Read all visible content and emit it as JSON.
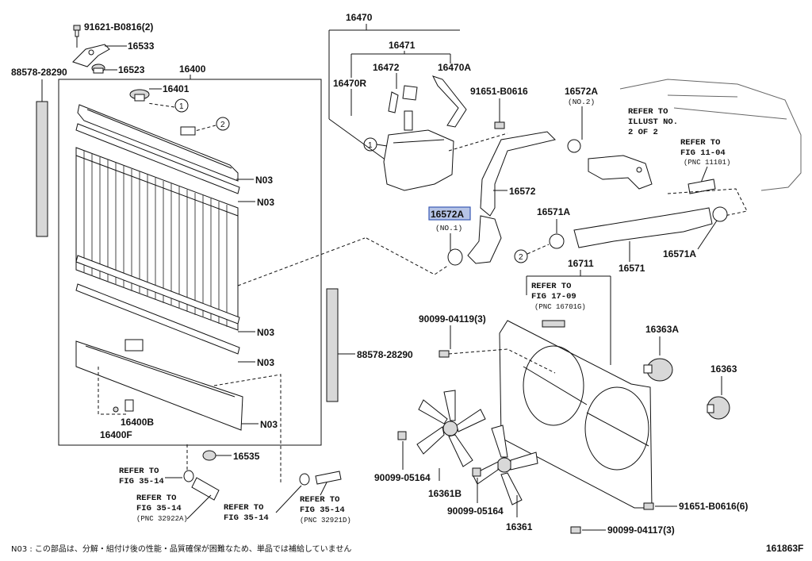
{
  "labels": {
    "p91621": "91621-B0816(2)",
    "p16533": "16533",
    "p16523": "16523",
    "p88578a": "88578-28290",
    "p16400": "16400",
    "p16401": "16401",
    "n03a": "N03",
    "n03b": "N03",
    "n03c": "N03",
    "n03d": "N03",
    "n03e": "N03",
    "p16400b": "16400B",
    "p16400f": "16400F",
    "p16535": "16535",
    "p16470": "16470",
    "p16471": "16471",
    "p16472": "16472",
    "p16470a": "16470A",
    "p16470r": "16470R",
    "p91651a": "91651-B0616",
    "p16572a2": "16572A",
    "no2": "(NO.2)",
    "p16572": "16572",
    "p16572a1": "16572A",
    "no1": "(NO.1)",
    "p16571a1": "16571A",
    "p16571": "16571",
    "p16571a2": "16571A",
    "p16711": "16711",
    "p90099a": "90099-04119(3)",
    "p88578b": "88578-28290",
    "p16363a": "16363A",
    "p16363": "16363",
    "p16361b": "16361B",
    "p90099b": "90099-05164",
    "p90099c": "90099-05164",
    "p16361": "16361",
    "p91651b": "91651-B0616(6)",
    "p90099d": "90099-04117(3)"
  },
  "refs": {
    "illust": [
      "REFER TO",
      "ILLUST NO.",
      "2 OF 2"
    ],
    "fig1104": [
      "REFER TO",
      "FIG 11-04",
      "(PNC 11101)"
    ],
    "fig1709": [
      "REFER TO",
      "FIG 17-09",
      "(PNC 16701G)"
    ],
    "fig3514a": [
      "REFER TO",
      "FIG 35-14"
    ],
    "fig3514b": [
      "REFER TO",
      "FIG 35-14",
      "(PNC 32922A)"
    ],
    "fig3514c": [
      "REFER TO",
      "FIG 35-14"
    ],
    "fig3514d": [
      "REFER TO",
      "FIG 35-14",
      "(PNC 32921D)"
    ]
  },
  "callouts": {
    "c1a": "1",
    "c2a": "2",
    "c1b": "1",
    "c2b": "2"
  },
  "footer": {
    "note": "N03 : この部品は、分解・組付け後の性能・品質確保が困難なため、単品では補給していません",
    "code": "161863F"
  },
  "colors": {
    "highlight_fill": "#b6c4e6",
    "highlight_stroke": "#3a59b4"
  }
}
